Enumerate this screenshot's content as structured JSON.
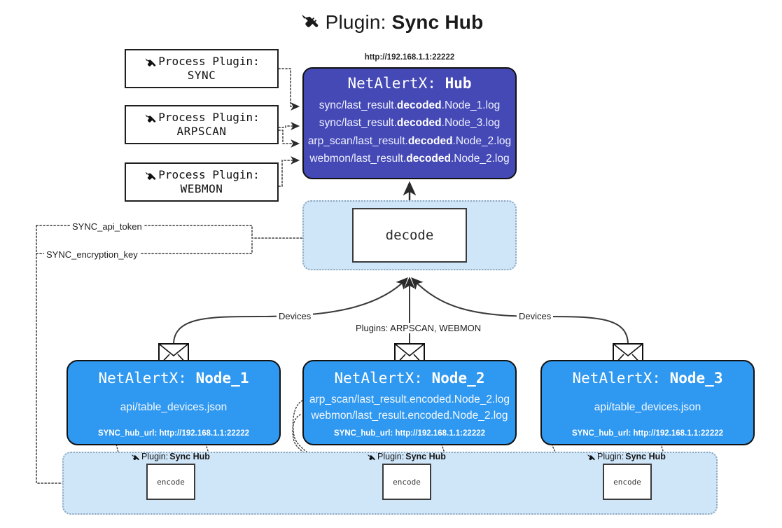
{
  "title": {
    "icon": "plug-icon",
    "prefix": "Plugin:",
    "name": "Sync Hub"
  },
  "process_plugins": [
    {
      "icon": "plug-icon",
      "line1": "Process Plugin:",
      "line2": "SYNC"
    },
    {
      "icon": "plug-icon",
      "line1": "Process Plugin:",
      "line2": "ARPSCAN"
    },
    {
      "icon": "plug-icon",
      "line1": "Process Plugin:",
      "line2": "WEBMON"
    }
  ],
  "hub": {
    "url": "http://192.168.1.1:22222",
    "title_prefix": "NetAlertX:",
    "title_name": "Hub",
    "lines": [
      {
        "pre": "sync/last_result.",
        "mid": "decoded",
        "post": ".Node_1.log"
      },
      {
        "pre": "sync/last_result.",
        "mid": "decoded",
        "post": ".Node_3.log"
      },
      {
        "pre": "arp_scan/last_result.",
        "mid": "decoded",
        "post": ".Node_2.log"
      },
      {
        "pre": "webmon/last_result.",
        "mid": "decoded",
        "post": ".Node_2.log"
      }
    ]
  },
  "decode": {
    "label": "decode"
  },
  "edge_labels": {
    "api_token": "SYNC_api_token",
    "encryption_key": "SYNC_encryption_key",
    "devices_left": "Devices",
    "devices_right": "Devices",
    "plugins": "Plugins: ARPSCAN, WEBMON"
  },
  "nodes": [
    {
      "icon": "envelope-icon",
      "title_prefix": "NetAlertX:",
      "title_name": "Node_1",
      "lines": [
        "api/table_devices.json"
      ],
      "footer": "SYNC_hub_url: http://192.168.1.1:22222"
    },
    {
      "icon": "envelope-icon",
      "title_prefix": "NetAlertX:",
      "title_name": "Node_2",
      "lines": [
        "arp_scan/last_result.encoded.Node_2.log",
        "webmon/last_result.encoded.Node_2.log"
      ],
      "footer": "SYNC_hub_url: http://192.168.1.1:22222"
    },
    {
      "icon": "envelope-icon",
      "title_prefix": "NetAlertX:",
      "title_name": "Node_3",
      "lines": [
        "api/table_devices.json"
      ],
      "footer": "SYNC_hub_url: http://192.168.1.1:22222"
    }
  ],
  "encoders": [
    {
      "icon": "plug-icon",
      "label_prefix": "Plugin:",
      "label_name": "Sync Hub",
      "box": "encode"
    },
    {
      "icon": "plug-icon",
      "label_prefix": "Plugin:",
      "label_name": "Sync Hub",
      "box": "encode"
    },
    {
      "icon": "plug-icon",
      "label_prefix": "Plugin:",
      "label_name": "Sync Hub",
      "box": "encode"
    }
  ],
  "colors": {
    "hub_fill": "#4549b5",
    "node_fill": "#2f98f0",
    "band_fill": "#cfe5f8",
    "band_border": "#8ea7bd",
    "stroke": "#121212",
    "background": "#ffffff"
  }
}
